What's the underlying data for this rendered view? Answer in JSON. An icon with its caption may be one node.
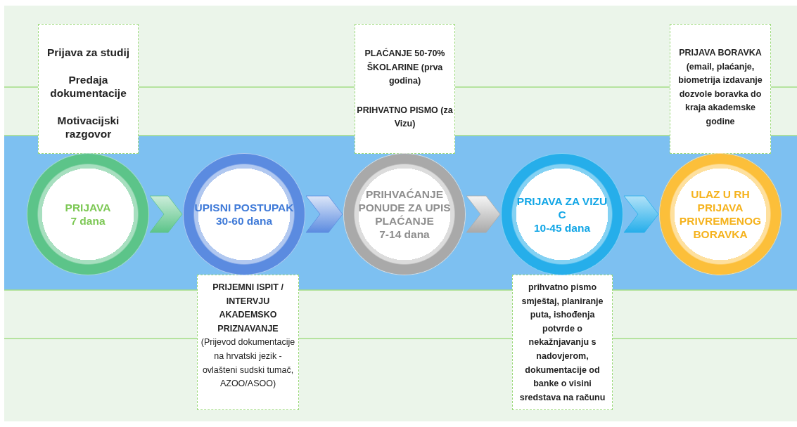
{
  "diagram": {
    "nodes": [
      {
        "text": [
          "PRIJAVA",
          "7 dana"
        ]
      },
      {
        "text": [
          "UPISNI POSTUPAK",
          "30-60 dana"
        ]
      },
      {
        "text": [
          "PRIHVAĆANJE PONUDE ZA UPIS PLAĆANJE",
          "7-14 dana"
        ]
      },
      {
        "text": [
          "PRIJAVA ZA VIZU C",
          "10-45 dana"
        ]
      },
      {
        "text": [
          "ULAZ U RH PRIJAVA PRIVREMENOG BORAVKA"
        ]
      },
      {
        "text": [
          "Prijava za studij",
          "Predaja dokumentacije",
          "Motivacijski razgovor"
        ]
      },
      {
        "text": [
          "PRIJEMNI ISPIT / INTERVJU AKADEMSKO PRIZNAVANJE",
          "(Prijevod dokumentacije na hrvatski jezik - ovlašteni sudski tumač, AZOO/ASOO)"
        ]
      },
      {
        "text": [
          "PLAĆANJE 50-70% ŠKOLARINE (prva godina)",
          "PRIHVATNO PISMO (za Vizu)"
        ]
      },
      {
        "text": [
          "prihvatno pismo smještaj, planiranje puta, ishođenja potvrde o nekažnjavanju s nadovjerom, dokumentacije od banke o visini sredstava na računu"
        ]
      },
      {
        "text": [
          "PRIJAVA BORAVKA (email, plaćanje, biometrija izdavanje dozvole boravka do kraja akademske godine"
        ]
      }
    ],
    "edges": [
      {
        "from": 0,
        "to": 1,
        "arrow": "to",
        "color": "#5cc489"
      },
      {
        "from": 1,
        "to": 2,
        "arrow": "to",
        "color": "#5b8be0"
      },
      {
        "from": 2,
        "to": 3,
        "arrow": "to",
        "color": "#a9a9a9"
      },
      {
        "from": 3,
        "to": 4,
        "arrow": "to",
        "color": "#26aeea"
      }
    ]
  }
}
